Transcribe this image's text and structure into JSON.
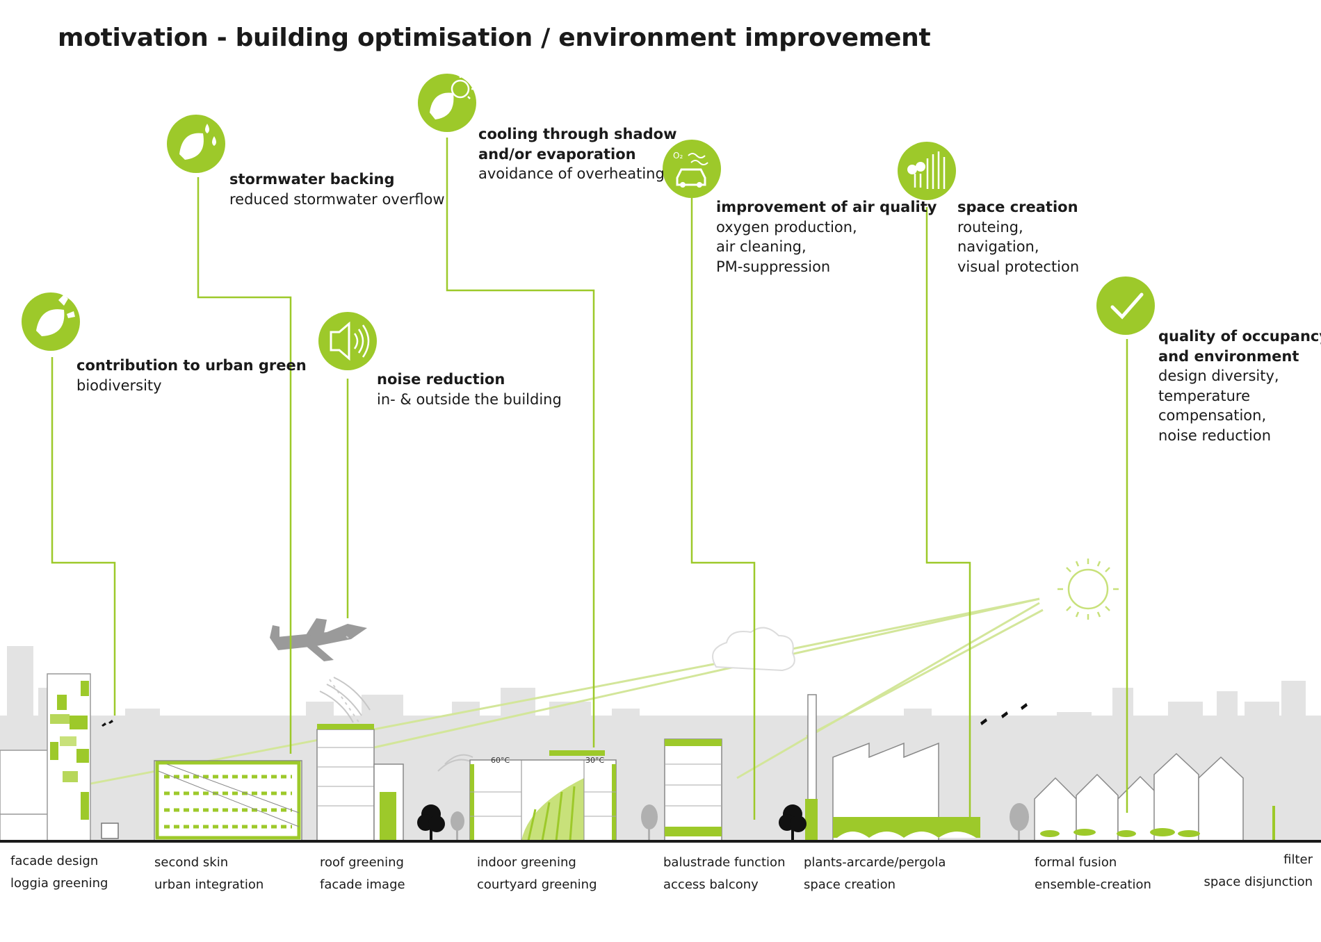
{
  "title": "motivation - building optimisation / environment improvement",
  "colors": {
    "accent": "#9dc92a",
    "accent_light": "#cfe38a",
    "city_gray": "#d9d9d9",
    "ground": "#1a1a1a"
  },
  "callouts": [
    {
      "id": "urban-green",
      "icon": "leaf-butterfly-icon",
      "heading": "contribution to urban green",
      "lines": [
        "biodiversity"
      ]
    },
    {
      "id": "stormwater",
      "icon": "leaf-water-drops-icon",
      "heading": "stormwater backing",
      "lines": [
        "reduced stormwater overflow"
      ]
    },
    {
      "id": "noise",
      "icon": "speaker-icon",
      "heading": "noise reduction",
      "lines": [
        "in- & outside the building"
      ]
    },
    {
      "id": "cooling",
      "icon": "leaf-sun-icon",
      "heading": "cooling through shadow",
      "heading2": "and/or evaporation",
      "lines": [
        "avoidance of overheating"
      ]
    },
    {
      "id": "air-quality",
      "icon": "car-oxygen-icon",
      "heading": "improvement of air quality",
      "lines": [
        "oxygen production,",
        "air cleaning,",
        "PM-suppression"
      ]
    },
    {
      "id": "space-creation",
      "icon": "trees-fence-icon",
      "heading": "space creation",
      "lines": [
        "routeing,",
        "navigation,",
        "visual protection"
      ]
    },
    {
      "id": "quality",
      "icon": "checkmark-icon",
      "heading": "quality of occupancy",
      "heading2": "and environment",
      "lines": [
        "design diversity,",
        "temperature",
        "compensation,",
        "noise reduction"
      ]
    }
  ],
  "bottom_labels": [
    {
      "id": "facade",
      "line1": "facade design",
      "line2": "loggia greening"
    },
    {
      "id": "second-skin",
      "line1": "second skin",
      "line2": "urban integration"
    },
    {
      "id": "roof",
      "line1": "roof greening",
      "line2": "facade image"
    },
    {
      "id": "indoor",
      "line1": "indoor greening",
      "line2": "courtyard greening"
    },
    {
      "id": "balustrade",
      "line1": "balustrade function",
      "line2": "access balcony"
    },
    {
      "id": "pergola",
      "line1": "plants-arcarde/pergola",
      "line2": "space creation"
    },
    {
      "id": "fusion",
      "line1": "formal fusion",
      "line2": "ensemble-creation"
    },
    {
      "id": "filter",
      "line1": "filter",
      "line2": "space disjunction"
    }
  ],
  "temperatures": {
    "left": "60°C",
    "right": "30°C"
  }
}
